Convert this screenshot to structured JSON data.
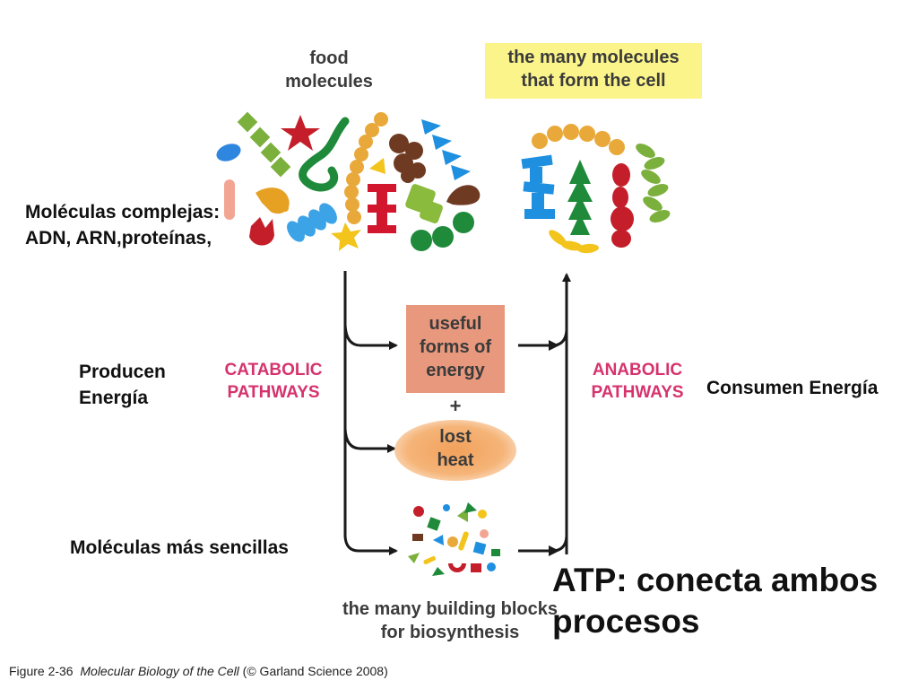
{
  "header_labels": {
    "food": [
      "food",
      "molecules"
    ],
    "cell": [
      "the many molecules",
      "that form the cell"
    ]
  },
  "spanish": {
    "complex": [
      "Moléculas complejas:",
      "ADN, ARN,proteínas,"
    ],
    "produce": [
      "Producen",
      "Energía"
    ],
    "consume": "Consumen Energía",
    "simple": "Moléculas más sencillas"
  },
  "pathways": {
    "catabolic": [
      "CATABOLIC",
      "PATHWAYS"
    ],
    "anabolic": [
      "ANABOLIC",
      "PATHWAYS"
    ]
  },
  "energy_box": [
    "useful",
    "forms of",
    "energy"
  ],
  "plus": "+",
  "heat": [
    "lost",
    "heat"
  ],
  "building_blocks": [
    "the many building blocks",
    "for biosynthesis"
  ],
  "atp": [
    "ATP: conecta ambos",
    "procesos"
  ],
  "caption": {
    "prefix": "Figure 2-36  ",
    "title": "Molecular Biology of the Cell",
    "suffix": " (© Garland Science 2008)"
  },
  "colors": {
    "catabolic": "#d6336c",
    "anabolic": "#d6336c",
    "energy_box": "#e8987d",
    "highlight": "#fbf48a",
    "arrow": "#1a1a1a"
  }
}
